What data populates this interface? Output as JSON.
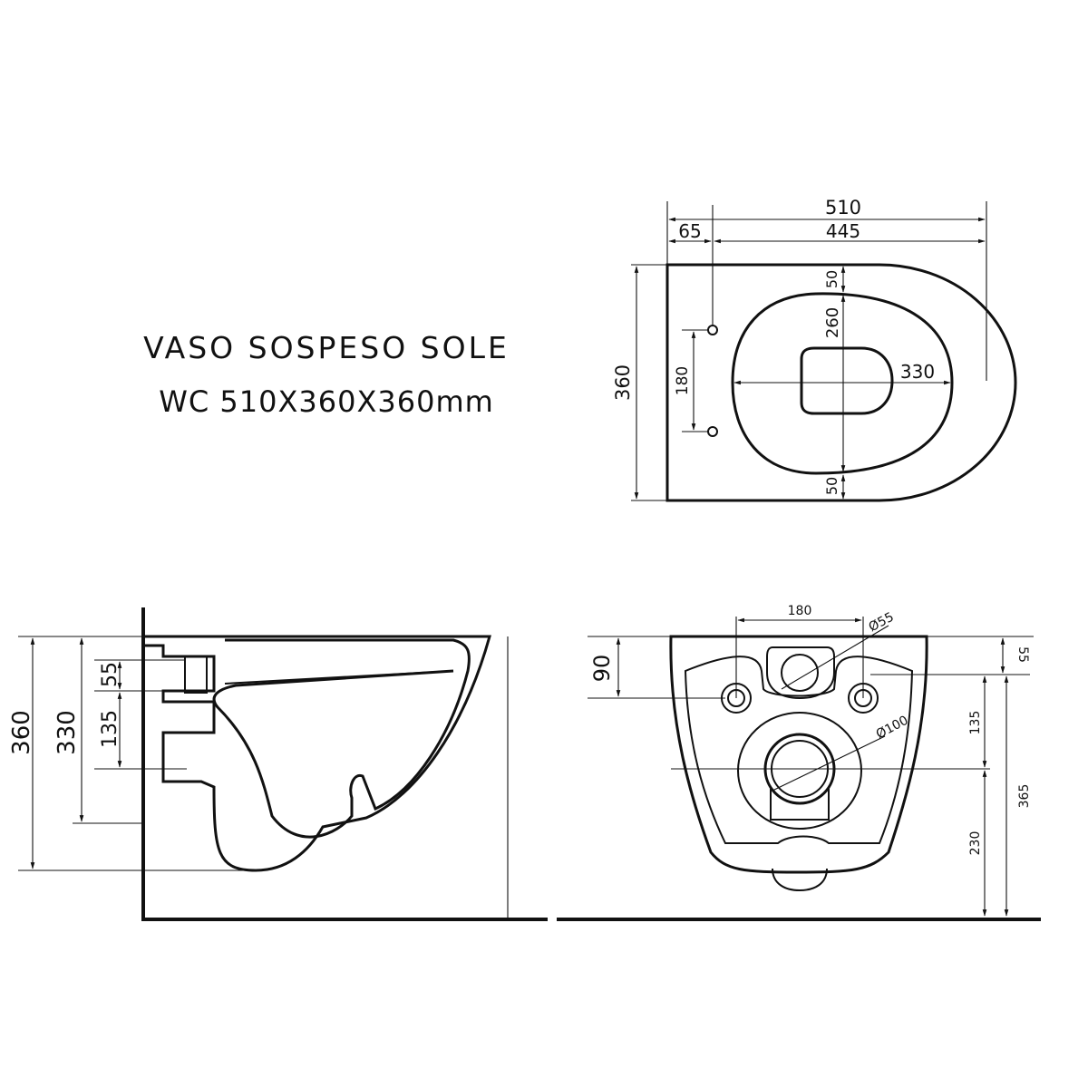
{
  "title": {
    "line1": "VASO SOSPESO SOLE",
    "line2": "WC 510X360X360mm"
  },
  "top_view": {
    "total_length": "510",
    "front_length": "445",
    "back_offset": "65",
    "depth": "360",
    "hole_spacing": "180",
    "rim_top": "50",
    "bowl_depth": "260",
    "rim_bottom": "50",
    "bowl_width": "330"
  },
  "side_view": {
    "total_height": "360",
    "outlet_height": "330",
    "inlet_offset": "55",
    "outlet_offset": "135"
  },
  "rear_view": {
    "fixing_spacing": "180",
    "inlet_diameter": "Ø55",
    "outlet_diameter": "Ø100",
    "top_to_inlet": "90",
    "top_offset": "55",
    "fixing_to_outlet": "135",
    "outlet_height": "230",
    "fixing_height": "365"
  }
}
